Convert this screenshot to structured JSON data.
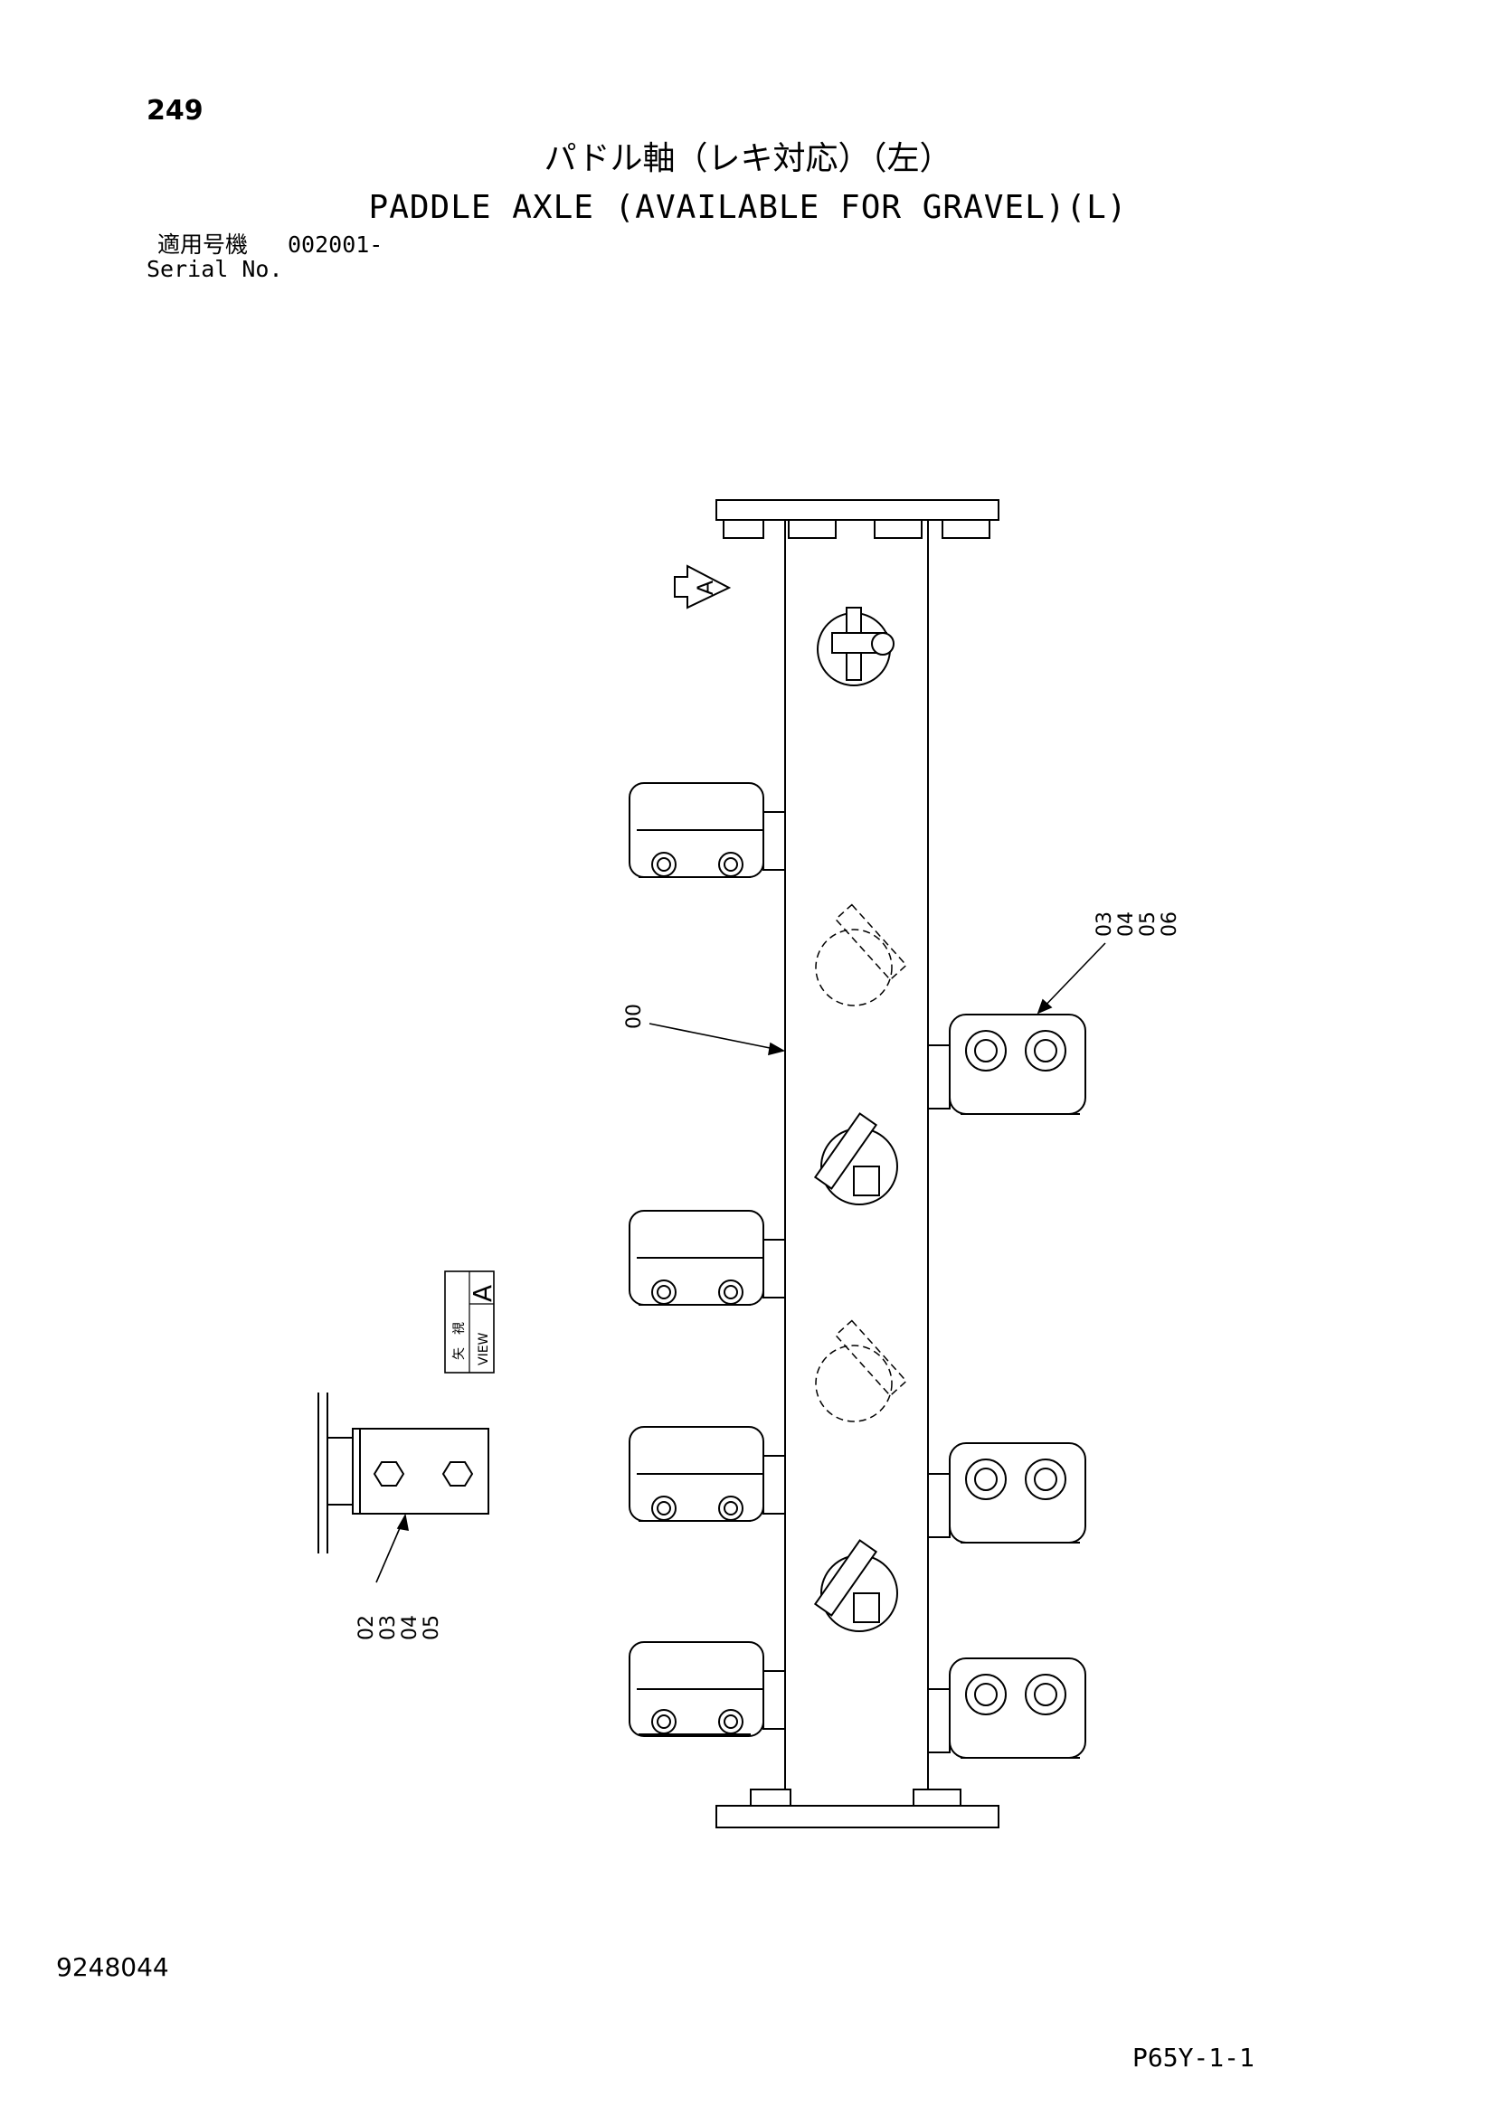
{
  "header": {
    "page_number": "249",
    "title_ja": "パドル軸（レキ対応）（左）",
    "title_en": "PADDLE AXLE (AVAILABLE FOR GRAVEL)(L)",
    "serial_label_ja": "適用号機",
    "serial_value": "002001-",
    "serial_label_en": "Serial No."
  },
  "callouts": {
    "axle": "00",
    "right_plate": [
      "03",
      "04",
      "05",
      "06"
    ],
    "side_view": [
      "02",
      "03",
      "04",
      "05"
    ]
  },
  "view_marker": {
    "letter": "A",
    "label_ja": "矢　視",
    "label_en": "VIEW"
  },
  "footer": {
    "drawing_number": "9248044",
    "page_code": "P65Y-1-1"
  }
}
